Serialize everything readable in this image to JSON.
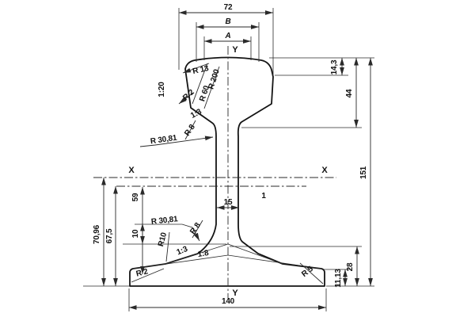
{
  "drawing": {
    "type": "rail-profile-cross-section",
    "labels": {
      "dim_72": "72",
      "dim_B": "B",
      "dim_A": "A",
      "axis_y_top": "Y",
      "axis_y_bottom": "Y",
      "axis_x_left": "X",
      "axis_x_right": "X",
      "section_1": "1",
      "r13": "R 13",
      "r200": "R 200",
      "r60": "R 60",
      "r2_head": "R 2",
      "slope_1_20": "1:20",
      "slope_1_3_head": "1:3",
      "dim_14_3": "14,3",
      "dim_44": "44",
      "dim_151": "151",
      "dim_59": "59",
      "dim_15": "15",
      "dim_70_96": "70,96",
      "dim_67_5": "67,5",
      "dim_10": "10",
      "r30_81_upper": "R 30,81",
      "r8_upper": "R 8",
      "r30_81_lower": "R 30,81",
      "r8_lower": "R 8",
      "r10": "R10",
      "slope_1_3_foot": "1:3",
      "slope_1_8_foot": "1:8",
      "r2_foot": "R 2",
      "r5_foot": "R 5",
      "dim_11_13": "11,13",
      "dim_28": "28",
      "dim_140": "140"
    },
    "colors": {
      "ink": "#141414",
      "background": "#ffffff"
    }
  }
}
